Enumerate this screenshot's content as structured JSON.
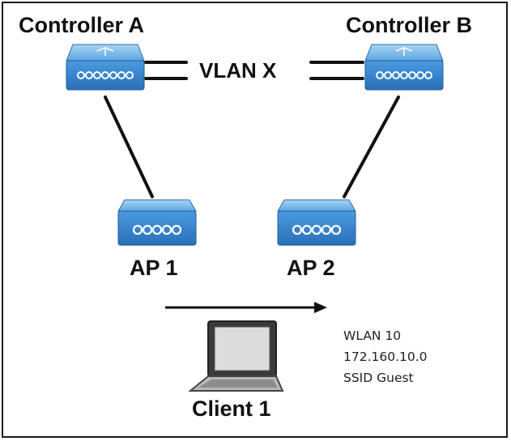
{
  "labels": {
    "controller_a": "Controller A",
    "controller_b": "Controller B",
    "vlan": "VLAN X",
    "ap1": "AP 1",
    "ap2": "AP 2",
    "client": "Client 1"
  },
  "info": {
    "line1": "WLAN 10",
    "line2": "172.160.10.0",
    "line3": "SSID Guest"
  },
  "colors": {
    "device_blue": "#3f8fd6",
    "device_top": "#7fbce8",
    "line": "#111111"
  },
  "icons": [
    "controller-icon",
    "access-point-icon",
    "laptop-icon",
    "arrow-right-icon"
  ]
}
